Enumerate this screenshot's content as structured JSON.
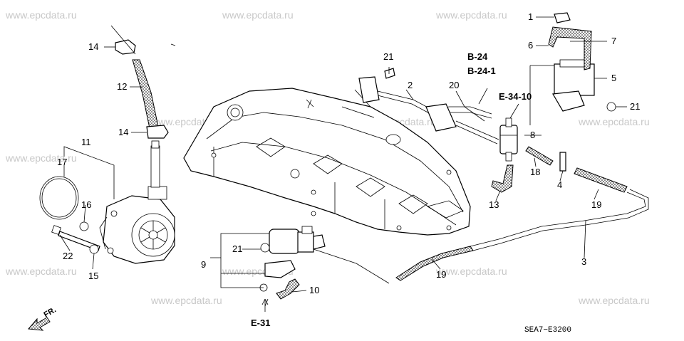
{
  "watermark": "www.epcdata.ru",
  "diagram_code": "SEA7−E3200",
  "front_label": "FR.",
  "references": {
    "b24": "B-24",
    "b241": "B-24-1",
    "e3410": "E-34-10",
    "e31": "E-31"
  },
  "callouts": {
    "c1": "1",
    "c2": "2",
    "c3": "3",
    "c4": "4",
    "c5": "5",
    "c6": "6",
    "c7": "7",
    "c8": "8",
    "c9": "9",
    "c10": "10",
    "c11": "11",
    "c12": "12",
    "c13": "13",
    "c14a": "14",
    "c14b": "14",
    "c15": "15",
    "c16": "16",
    "c17": "17",
    "c18": "18",
    "c19a": "19",
    "c19b": "19",
    "c20": "20",
    "c21a": "21",
    "c21b": "21",
    "c21c": "21",
    "c22": "22"
  }
}
